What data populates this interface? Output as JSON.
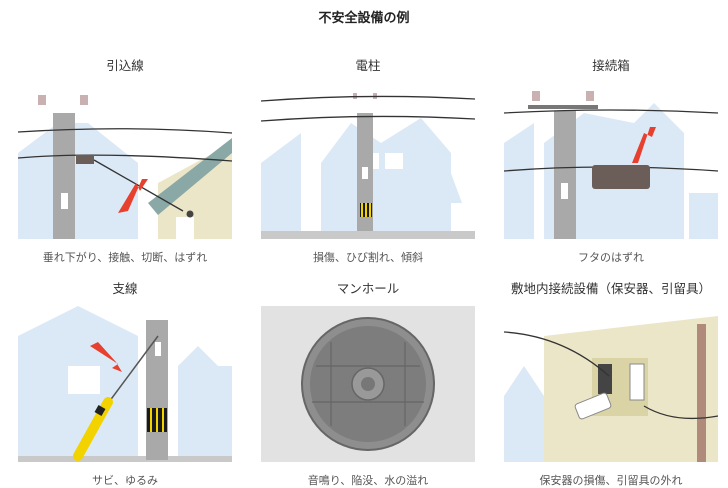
{
  "page": {
    "title": "不安全設備の例"
  },
  "panels": [
    {
      "heading": "引込線",
      "caption": "垂れ下がり、接触、切断、はずれ"
    },
    {
      "heading": "電柱",
      "caption": "損傷、ひび割れ、傾斜"
    },
    {
      "heading": "接続箱",
      "caption": "フタのはずれ"
    },
    {
      "heading": "支線",
      "caption": "サビ、ゆるみ"
    },
    {
      "heading": "マンホール",
      "caption": "音鳴り、陥没、水の溢れ"
    },
    {
      "heading": "敷地内接続設備（保安器、引留具）",
      "caption": "保安器の損傷、引留具の外れ"
    }
  ],
  "colors": {
    "background_building": "#dbe9f6",
    "pole": "#a9a9a9",
    "warning_arrow": "#e8402e",
    "wall": "#ece6c8"
  }
}
